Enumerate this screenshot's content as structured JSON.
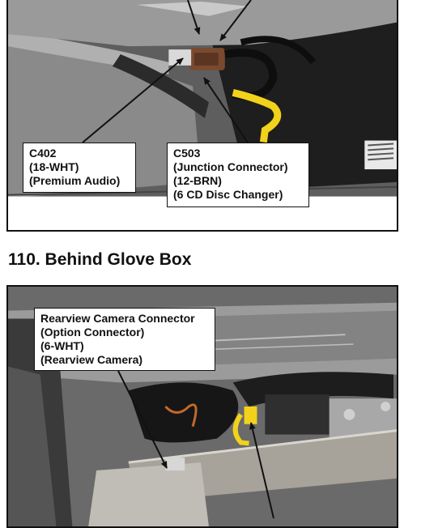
{
  "callouts": {
    "c402": {
      "lines": [
        "C402",
        "(18-WHT)",
        "(Premium Audio)"
      ]
    },
    "c503": {
      "lines": [
        "C503",
        "(Junction Connector)",
        "(12-BRN)",
        "(6 CD Disc Changer)"
      ]
    },
    "rearview_camera": {
      "lines": [
        "Rearview Camera Connector",
        "(Option Connector)",
        "(6-WHT)",
        "(Rearview Camera)"
      ]
    }
  },
  "section": {
    "title": "110.  Behind Glove Box"
  },
  "colors": {
    "connector_brown": "#7a4a2e",
    "connector_yellow": "#f2d21b",
    "harness_black": "#1d1d1d",
    "panel_gray": "#6f6f6f"
  }
}
